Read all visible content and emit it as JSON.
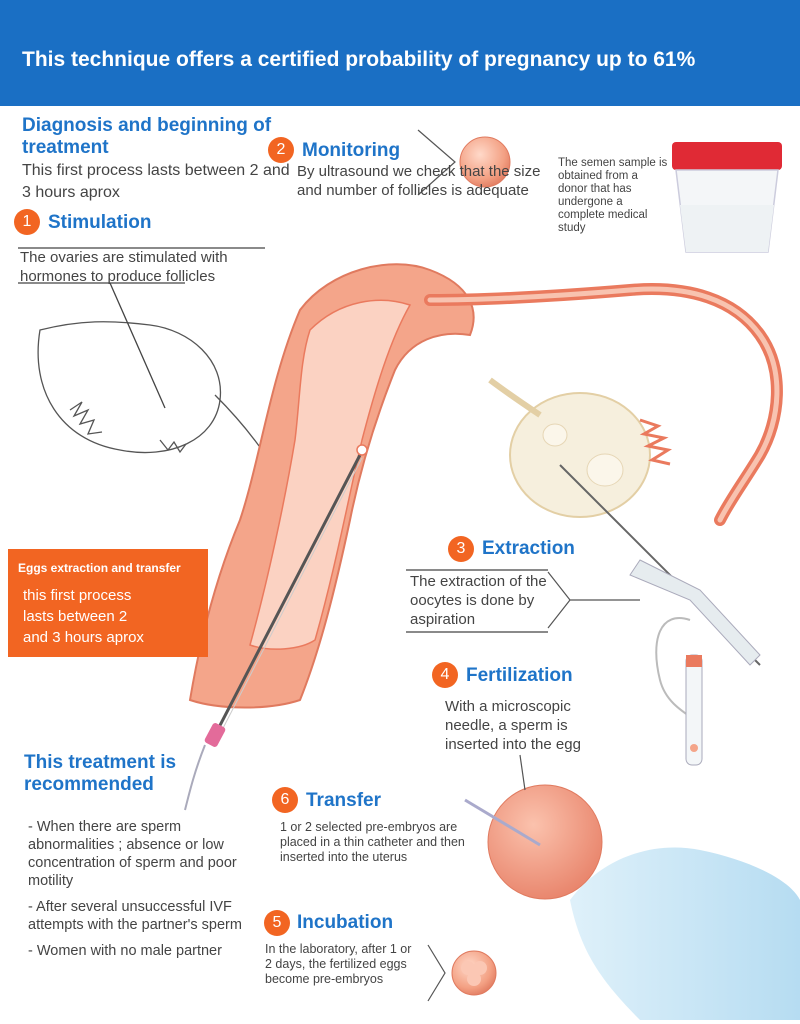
{
  "banner": {
    "title": "This technique offers a certified probability of pregnancy up to 61%"
  },
  "diagnosis": {
    "title": "Diagnosis and beginning of treatment",
    "text": "This first process lasts between 2 and 3 hours aprox"
  },
  "steps": [
    {
      "number": "1",
      "title": "Stimulation",
      "text": "The ovaries are stimulated with hormones to produce follicles"
    },
    {
      "number": "2",
      "title": "Monitoring",
      "text": "By ultrasound we check that the size and number of follicles is adequate"
    },
    {
      "number": "3",
      "title": "Extraction",
      "text": "The extraction of the oocytes is done by aspiration"
    },
    {
      "number": "4",
      "title": "Fertilization",
      "text": "With a microscopic needle, a sperm is inserted into the egg"
    },
    {
      "number": "6",
      "title": "Transfer",
      "text": "1 or 2 selected pre-embryos are placed in a thin catheter and then inserted into the uterus"
    },
    {
      "number": "5",
      "title": "Incubation",
      "text": "In the laboratory, after 1 or 2 days, the fertilized eggs become pre-embryos"
    }
  ],
  "semen_note": "The semen sample is obtained from a donor that has undergone a complete medical study",
  "extraction_box": {
    "title": "Eggs extraction and transfer",
    "text": "this first process lasts between 2 and 3 hours aprox"
  },
  "recommended": {
    "title": "This treatment is recommended",
    "items": [
      "- When there are sperm abnormalities ; absence or low concentration of sperm and poor motility",
      "- After several unsuccessful IVF attempts with the partner's sperm",
      "- Women with no male partner"
    ]
  },
  "colors": {
    "banner": "#1a6fc4",
    "heading_blue": "#1f74c8",
    "accent_orange": "#f26522",
    "uterus": "#f4a58a",
    "uterus_dark": "#ea7a5e",
    "ovary": "#f6efdd"
  }
}
